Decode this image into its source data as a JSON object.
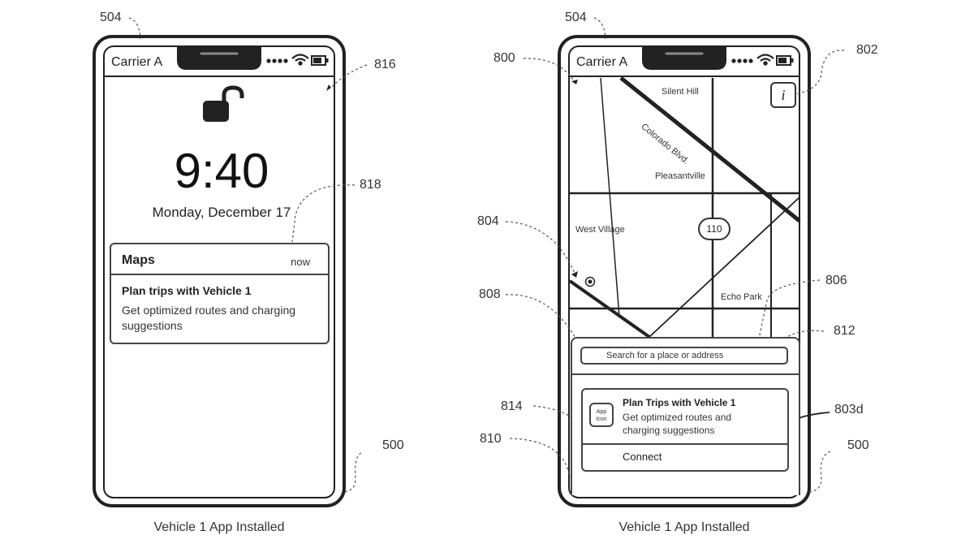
{
  "left_phone": {
    "ref_top": "504",
    "ref_screen": "816",
    "ref_notification": "818",
    "ref_device": "500",
    "carrier": "Carrier A",
    "time": "9:40",
    "date": "Monday, December 17",
    "notification": {
      "app": "Maps",
      "time": "now",
      "title": "Plan trips with Vehicle 1",
      "body": "Get optimized routes and charging suggestions"
    },
    "caption": "Vehicle 1 App Installed"
  },
  "right_phone": {
    "ref_top": "504",
    "ref_map": "800",
    "ref_info": "802",
    "ref_location": "804",
    "ref_card": "806",
    "ref_search": "808",
    "ref_dock": "810",
    "ref_card_inner": "812",
    "ref_connect": "814",
    "ref_touch": "803d",
    "ref_device": "500",
    "carrier": "Carrier A",
    "info_icon": "i",
    "map_labels": {
      "silent_hill": "Silent Hill",
      "colorado": "Colorado Blvd.",
      "pleasantville": "Pleasantville",
      "west_village": "West Village",
      "highway": "110",
      "echo_park": "Echo Park"
    },
    "search_placeholder": "Search for a place or address",
    "card": {
      "icon_text": "App Icon",
      "title": "Plan Trips with Vehicle 1",
      "body": "Get optimized routes and charging suggestions",
      "action": "Connect"
    },
    "caption": "Vehicle 1 App Installed"
  }
}
